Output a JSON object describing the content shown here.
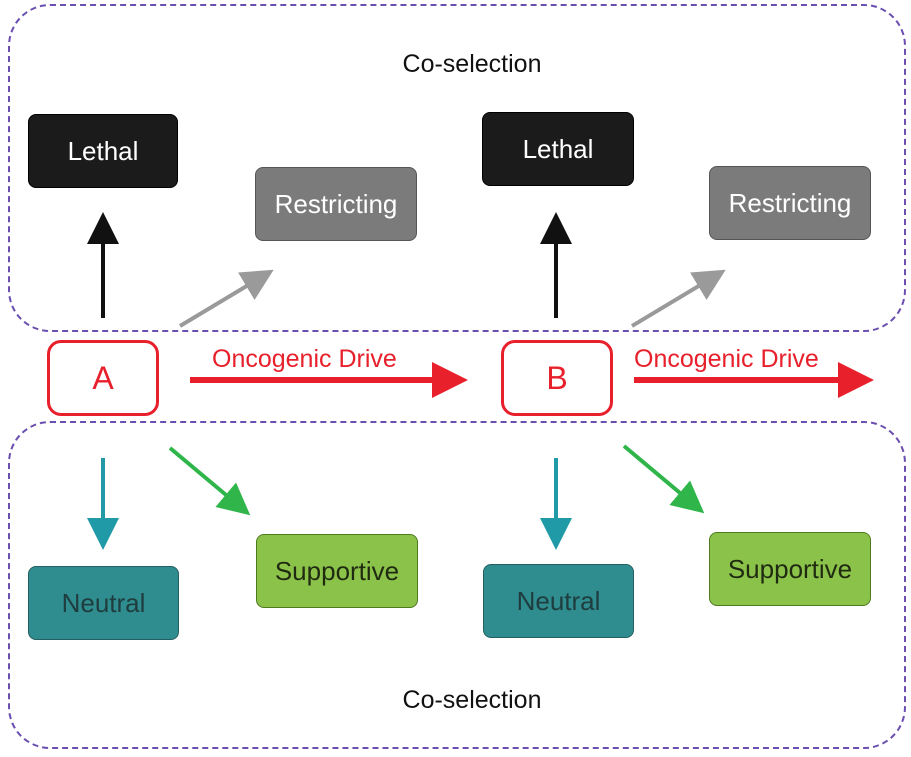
{
  "regions": {
    "top_label": "Co-selection",
    "bottom_label": "Co-selection"
  },
  "panel_a": {
    "gene": "A",
    "lethal": "Lethal",
    "restricting": "Restricting",
    "neutral": "Neutral",
    "supportive": "Supportive",
    "drive": "Oncogenic Drive"
  },
  "panel_b": {
    "gene": "B",
    "lethal": "Lethal",
    "restricting": "Restricting",
    "neutral": "Neutral",
    "supportive": "Supportive",
    "drive": "Oncogenic Drive"
  },
  "colors": {
    "lethal": "#1b1b1b",
    "restricting": "#7b7b7b",
    "neutral": "#2f8c8f",
    "supportive": "#8bc34a",
    "drive": "#e8202b",
    "region_border": "#6a4fb0"
  }
}
